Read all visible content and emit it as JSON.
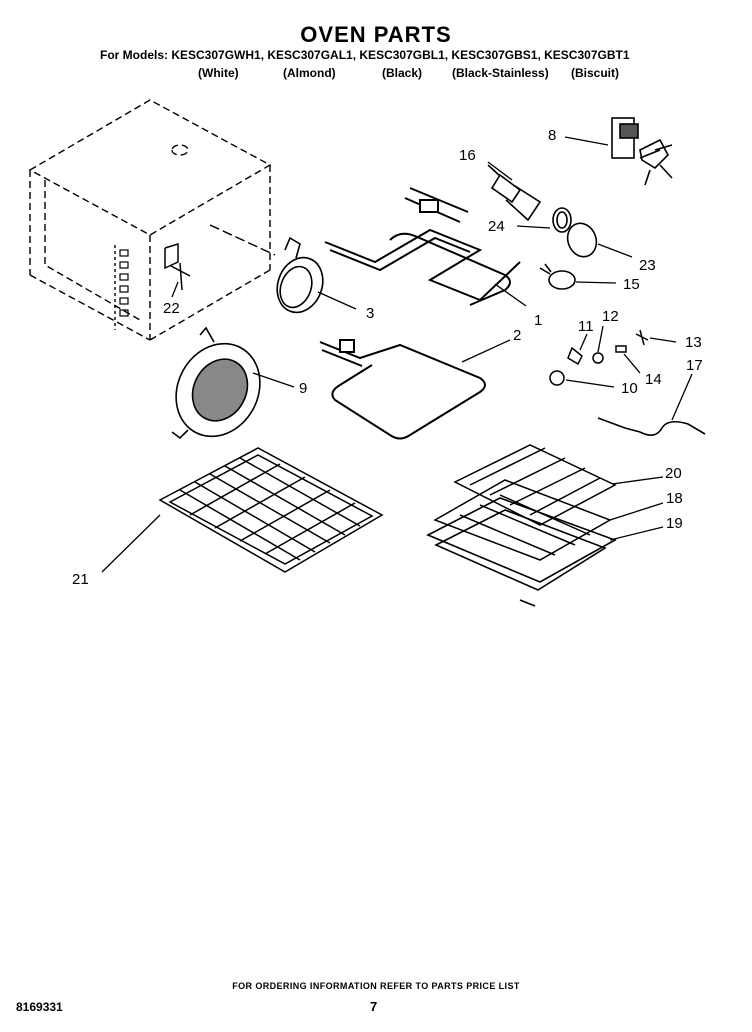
{
  "header": {
    "title": "OVEN PARTS",
    "models_line": "For Models: KESC307GWH1, KESC307GAL1, KESC307GBL1, KESC307GBS1, KESC307GBT1",
    "colors": [
      "(White)",
      "(Almond)",
      "(Black)",
      "(Black-Stainless)",
      "(Biscuit)"
    ]
  },
  "callouts": {
    "c1": "1",
    "c2": "2",
    "c3": "3",
    "c8": "8",
    "c9": "9",
    "c10": "10",
    "c11": "11",
    "c12": "12",
    "c13": "13",
    "c14": "14",
    "c15": "15",
    "c16": "16",
    "c17": "17",
    "c18": "18",
    "c19": "19",
    "c20": "20",
    "c21": "21",
    "c22": "22",
    "c23": "23",
    "c24": "24"
  },
  "footer": {
    "order_note": "FOR ORDERING INFORMATION REFER TO PARTS PRICE LIST",
    "doc_number": "8169331",
    "page_number": "7"
  }
}
